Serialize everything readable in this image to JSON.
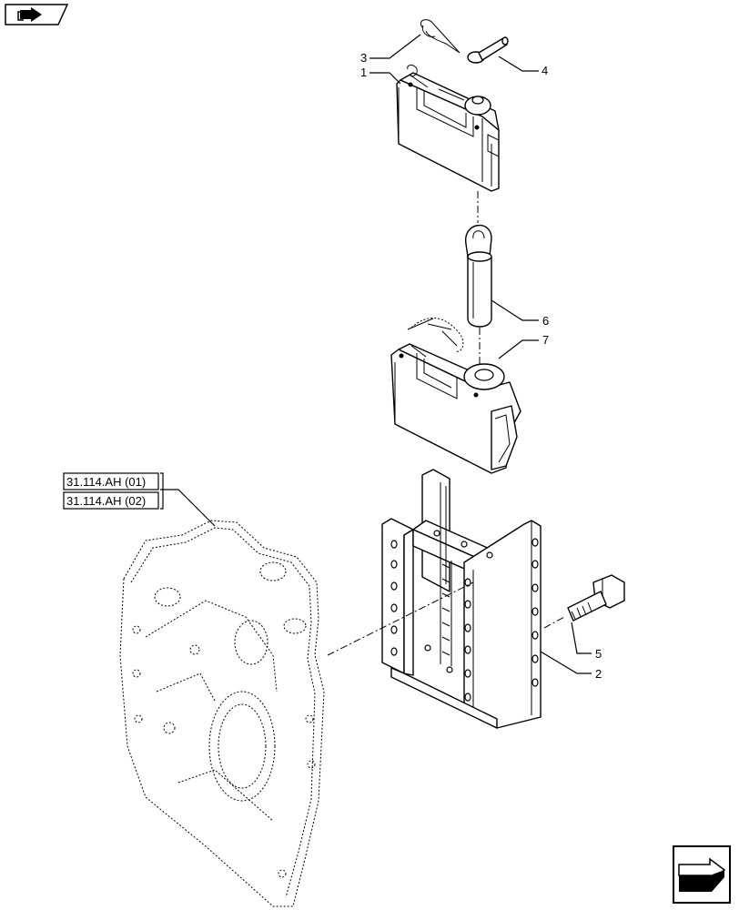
{
  "nav": {
    "top_icon": "book-arrow-icon",
    "bottom_icon": "next-page-arrow-icon"
  },
  "callouts": {
    "c1": "1",
    "c2": "2",
    "c3": "3",
    "c4": "4",
    "c5": "5",
    "c6": "6",
    "c7": "7"
  },
  "references": {
    "ref1": "31.114.AH (01)",
    "ref2": "31.114.AH (02)"
  }
}
